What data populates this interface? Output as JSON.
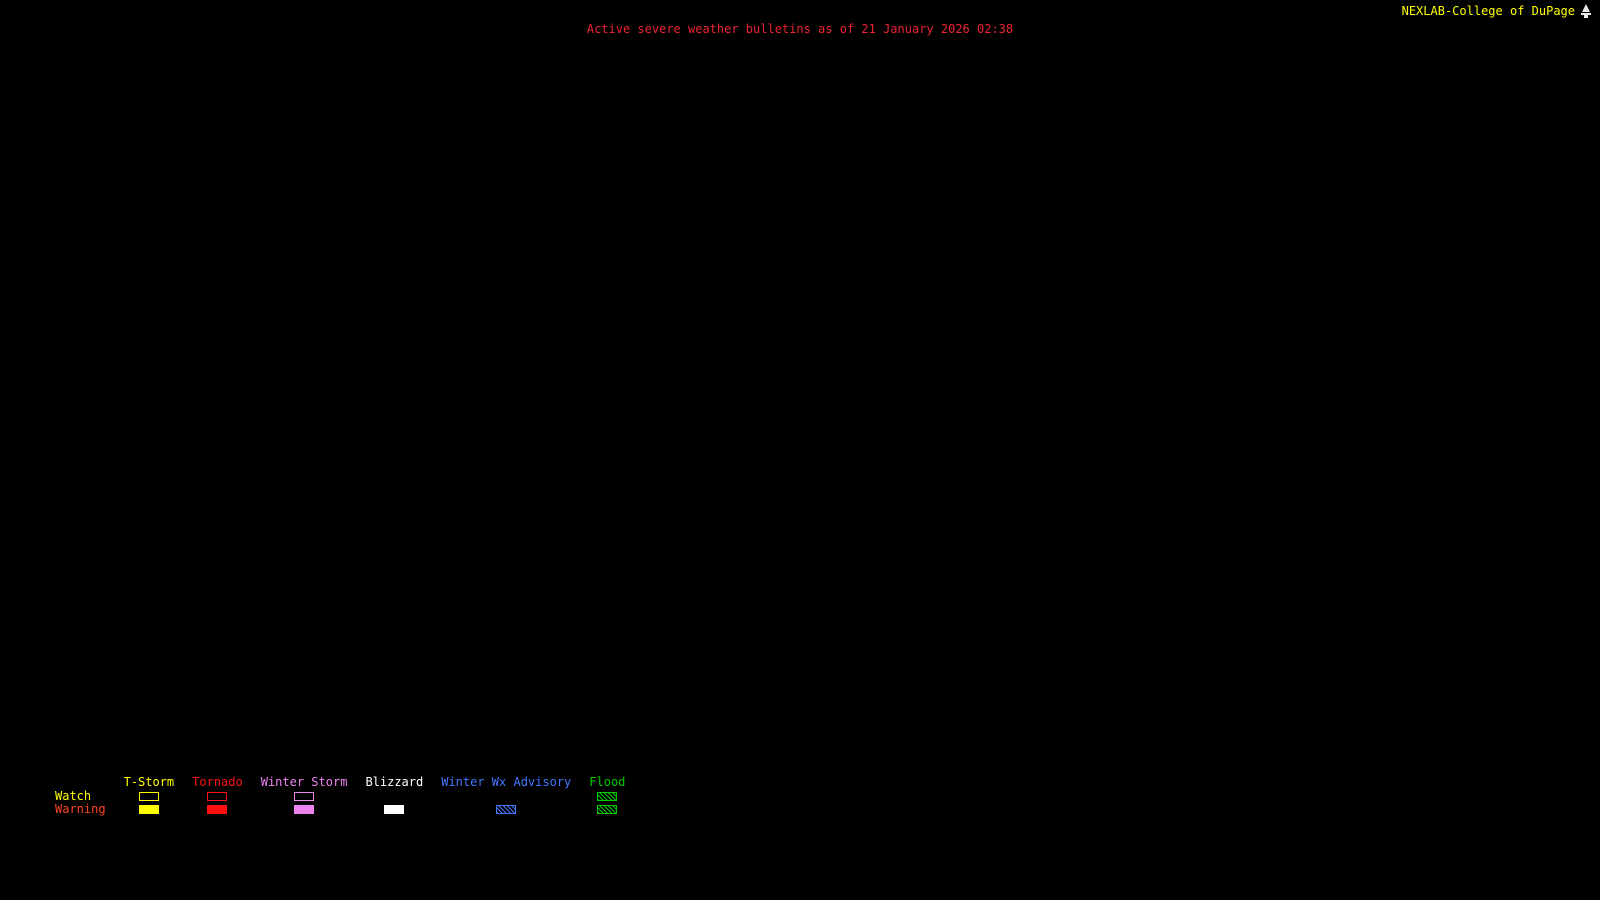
{
  "colors": {
    "background": "#000000",
    "title": "#ee2233",
    "brand": "#ffff00",
    "logo": "#e8e8e8"
  },
  "header": {
    "title": "Active severe weather bulletins as of 21 January 2026 02:38",
    "brand": "NEXLAB-College of DuPage",
    "logo_icon": "cod-wizard-logo"
  },
  "legend": {
    "rows": [
      {
        "label": "Watch",
        "color": "#ffff00"
      },
      {
        "label": "Warning",
        "color": "#ff4422"
      }
    ],
    "columns": [
      {
        "label": "T-Storm",
        "color": "#ffff00",
        "watch": "outline",
        "warning": "solid"
      },
      {
        "label": "Tornado",
        "color": "#ff1111",
        "watch": "outline",
        "warning": "solid"
      },
      {
        "label": "Winter Storm",
        "color": "#ee82ee",
        "watch": "outline",
        "warning": "solid"
      },
      {
        "label": "Blizzard",
        "color": "#ffffff",
        "watch": "none",
        "warning": "solid"
      },
      {
        "label": "Winter Wx Advisory",
        "color": "#4477ff",
        "watch": "none",
        "warning": "hatch"
      },
      {
        "label": "Flood",
        "color": "#00cc00",
        "watch": "hatch",
        "warning": "hatch"
      }
    ]
  }
}
